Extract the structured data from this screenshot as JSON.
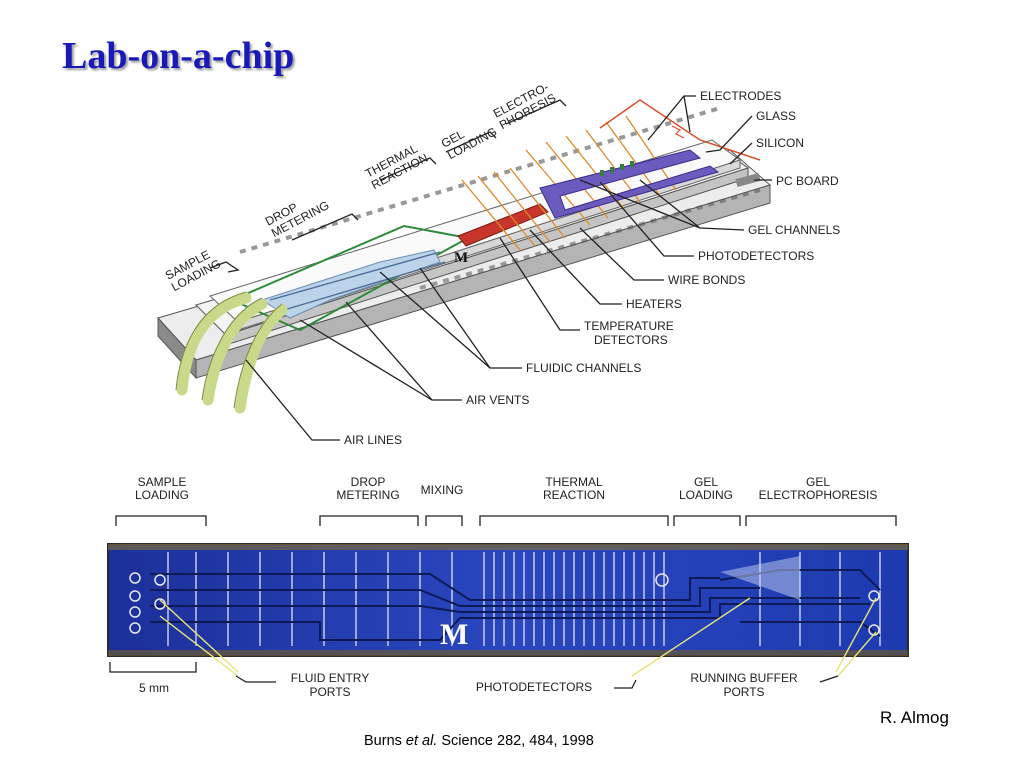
{
  "title": "Lab-on-a-chip",
  "top_diagram": {
    "stage_labels": [
      [
        "SAMPLE",
        "LOADING"
      ],
      [
        "DROP",
        "METERING"
      ],
      [
        "THERMAL",
        "REACTION"
      ],
      [
        "GEL",
        "LOADING"
      ],
      [
        "ELECTRO-",
        "PHORESIS"
      ]
    ],
    "component_labels": [
      "ELECTRODES",
      "GLASS",
      "SILICON",
      "PC BOARD",
      "GEL CHANNELS",
      "PHOTODETECTORS",
      "WIRE BONDS",
      "HEATERS",
      "TEMPERATURE",
      "DETECTORS",
      "FLUIDIC CHANNELS",
      "AIR VENTS",
      "AIR LINES"
    ],
    "logo_letter": "M"
  },
  "bottom_photo": {
    "stage_labels": [
      [
        "SAMPLE",
        "LOADING"
      ],
      [
        "DROP",
        "METERING"
      ],
      [
        "MIXING"
      ],
      [
        "THERMAL",
        "REACTION"
      ],
      [
        "GEL",
        "LOADING"
      ],
      [
        "GEL",
        "ELECTROPHORESIS"
      ]
    ],
    "bottom_labels": [
      [
        "FLUID ENTRY",
        "PORTS"
      ],
      [
        "PHOTODETECTORS"
      ],
      [
        "RUNNING BUFFER",
        "PORTS"
      ]
    ],
    "scale_bar": "5 mm",
    "logo_letter": "M"
  },
  "credit": "R. Almog",
  "citation": {
    "before": "Burns ",
    "italic": "et al.",
    "after": " Science 282, 484, 1998"
  },
  "colors": {
    "title": "#1a1ab8",
    "chip_blue": "#2a3fb0",
    "gel_purple": "#6b5bbf",
    "heater_red": "#c8352b",
    "tube_green": "#c9d98a"
  }
}
